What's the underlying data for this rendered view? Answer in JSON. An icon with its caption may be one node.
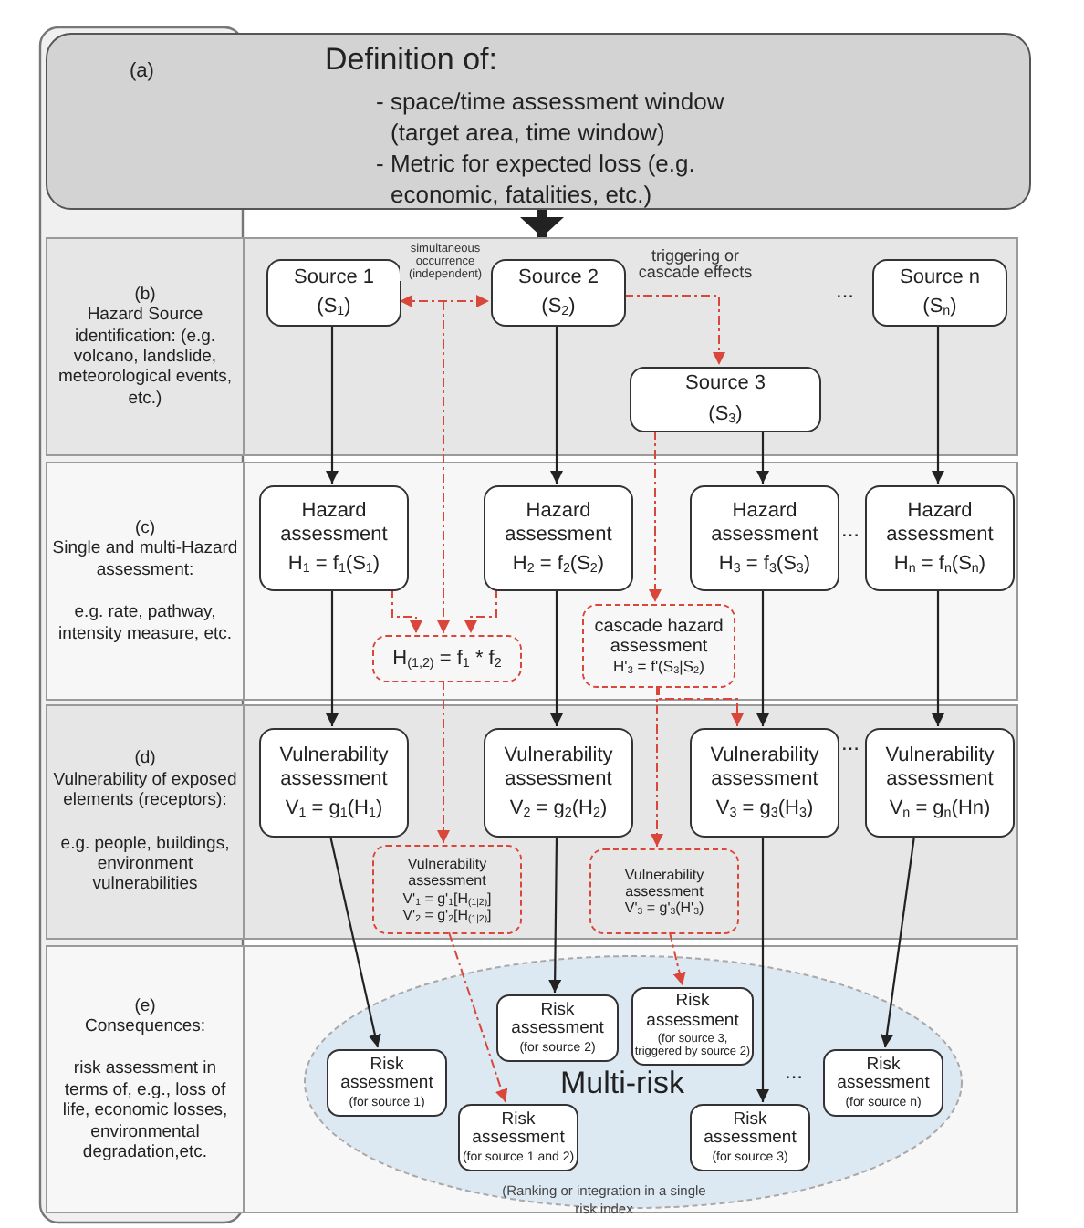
{
  "diagram": {
    "nodes": [
      {
        "text": [
          "(a)",
          "Definition of:",
          "- space/time assessment window (target area, time window)",
          "- Metric for expected loss (e.g. economic, fatalities, etc.)"
        ]
      },
      {
        "text": [
          "(b)",
          "Hazard Source identification: (e.g. volcano, landslide, meteorological events, etc.)"
        ]
      },
      {
        "text": [
          "(c)",
          "Single and multi-Hazard assessment:",
          "e.g. rate, pathway, intensity measure, etc."
        ]
      },
      {
        "text": [
          "(d)",
          "Vulnerability of exposed elements (receptors):",
          "e.g. people, buildings, environment vulnerabilities"
        ]
      },
      {
        "text": [
          "(e)",
          "Consequences:",
          "risk assessment in terms of, e.g., loss of life, economic losses, environmental degradation,etc."
        ]
      },
      {
        "text": [
          "Source 1",
          "(S$_{1}$)"
        ],
        "in": 1
      },
      {
        "text": [
          "Source 2",
          "(S$_{2}$)"
        ],
        "in": 1
      },
      {
        "text": [
          "Source n",
          "(S$_{n}$)"
        ],
        "in": 1
      },
      {
        "text": [
          "Source 3",
          "(S$_{3}$)"
        ],
        "in": 1
      },
      {
        "text": [
          "Hazard assessment",
          "H$_{1}$ = f$_{1}$(S$_{1}$)"
        ],
        "in": 2
      },
      {
        "text": [
          "Hazard assessment",
          "H$_{2}$ = f$_{2}$(S$_{2}$)"
        ],
        "in": 2
      },
      {
        "text": [
          "Hazard assessment",
          "H$_{3}$ = f$_{3}$(S$_{3}$)"
        ],
        "in": 2
      },
      {
        "text": [
          "Hazard assessment",
          "H$_{n}$ = f$_{n}$(S$_{n}$)"
        ],
        "in": 2
      },
      {
        "text": [
          "H$_{(1,2)}$ = f$_{1}$ * f$_{2}$"
        ],
        "in": 2
      },
      {
        "text": [
          "cascade hazard assessment",
          "H'$_{3}$ = f'(S$_{3}$|S$_{2}$)"
        ],
        "in": 2
      },
      {
        "text": [
          "Vulnerability assessment",
          "V$_{1}$ = g$_{1}$(H$_{1}$)"
        ],
        "in": 3
      },
      {
        "text": [
          "Vulnerability assessment",
          "V$_{2}$ = g$_{2}$(H$_{2}$)"
        ],
        "in": 3
      },
      {
        "text": [
          "Vulnerability assessment",
          "V$_{3}$ = g$_{3}$(H$_{3}$)"
        ],
        "in": 3
      },
      {
        "text": [
          "Vulnerability assessment",
          "V$_{n}$ = g$_{n}$(Hn)"
        ],
        "in": 3
      },
      {
        "text": [
          "Vulnerability assessment",
          "V'$_{1}$ = g'$_{1}$[H$_{(1|2)}$]",
          "V'$_{2}$ = g'$_{2}$[H$_{(1|2)}$]"
        ],
        "in": 3
      },
      {
        "text": [
          "Vulnerability assessment",
          "V'$_{3}$ = g'$_{3}$(H'$_{3}$)"
        ],
        "in": 3
      },
      {
        "text": [
          "Multi-risk",
          "(Ranking or integration in a single risk index"
        ],
        "in": 4
      },
      {
        "text": [
          "Risk assessment",
          "(for source 2)"
        ],
        "in": 21
      },
      {
        "text": [
          "Risk assessment",
          "(for source 3, triggered by source 2)"
        ],
        "in": 21
      },
      {
        "text": [
          "Risk assessment",
          "(for source 1)"
        ],
        "in": 21
      },
      {
        "text": [
          "Risk assessment",
          "(for source n)"
        ],
        "in": 21
      },
      {
        "text": [
          "Risk assessment",
          "(for source 1 and 2)"
        ],
        "in": 21
      },
      {
        "text": [
          "Risk assessment",
          "(for source 3)"
        ],
        "in": 21
      }
    ],
    "edges": [
      {
        "from": 0,
        "to": 1,
        "arrow": "to",
        "style": "thick"
      },
      {
        "from": 5,
        "to": 6,
        "arrow": "both",
        "label": "simultaneous occurrence (independent)",
        "style": "dashed",
        "color": "#d9463a"
      },
      {
        "from": 6,
        "to": 8,
        "arrow": "to",
        "label": "triggering or cascade effects",
        "style": "dashed",
        "color": "#d9463a"
      },
      {
        "from": null,
        "to": 13,
        "arrow": "to",
        "style": "dashed",
        "color": "#d9463a"
      },
      {
        "from": 5,
        "to": 9,
        "arrow": "to"
      },
      {
        "from": 6,
        "to": 10,
        "arrow": "to"
      },
      {
        "from": 8,
        "to": 11,
        "arrow": "to"
      },
      {
        "from": 7,
        "to": 12,
        "arrow": "to"
      },
      {
        "from": 9,
        "to": 13,
        "arrow": "to",
        "style": "dashed",
        "color": "#d9463a"
      },
      {
        "from": 10,
        "to": 13,
        "arrow": "to",
        "style": "dashed",
        "color": "#d9463a"
      },
      {
        "from": 8,
        "to": 14,
        "arrow": "to",
        "style": "dashed",
        "color": "#d9463a"
      },
      {
        "from": 9,
        "to": 15,
        "arrow": "to"
      },
      {
        "from": 10,
        "to": 16,
        "arrow": "to"
      },
      {
        "from": 11,
        "to": 17,
        "arrow": "to"
      },
      {
        "from": 12,
        "to": 18,
        "arrow": "to"
      },
      {
        "from": 13,
        "to": 19,
        "arrow": "to",
        "style": "dashed",
        "color": "#d9463a"
      },
      {
        "from": 14,
        "to": 17,
        "arrow": "to",
        "style": "dashed",
        "color": "#d9463a"
      },
      {
        "from": 14,
        "to": 20,
        "arrow": "to",
        "style": "dashed",
        "color": "#d9463a"
      },
      {
        "from": 15,
        "to": 24,
        "arrow": "to"
      },
      {
        "from": 16,
        "to": 22,
        "arrow": "to"
      },
      {
        "from": 17,
        "to": 27,
        "arrow": "to"
      },
      {
        "from": 18,
        "to": 25,
        "arrow": "to"
      },
      {
        "from": 19,
        "to": 26,
        "arrow": "to",
        "style": "dashed",
        "color": "#d9463a"
      },
      {
        "from": 20,
        "to": 23,
        "arrow": "to",
        "style": "dashed",
        "color": "#d9463a"
      }
    ],
    "labels": [
      "...",
      "...",
      "...",
      "..."
    ]
  }
}
